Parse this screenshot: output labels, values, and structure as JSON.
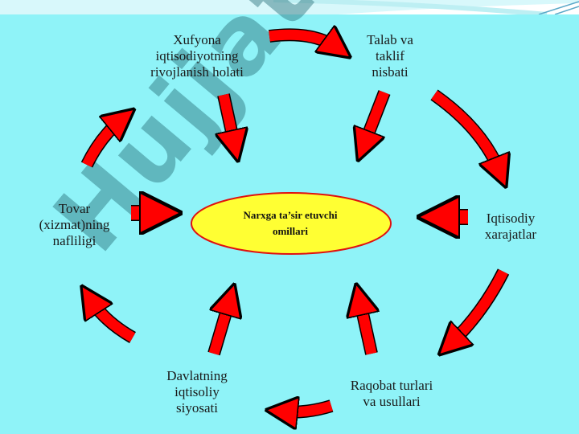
{
  "watermark": {
    "text": "Hujjat",
    "accent": "24"
  },
  "center": {
    "label": "Narxga ta’sir etuvchi\nomillari"
  },
  "nodes": {
    "top_left": "Xufyona\niqtisodiyotning\nrivojlanish holati",
    "top_right": "Talab va\ntaklif\nnisbati",
    "right": "Iqtisodiy\nxarajatlar",
    "bottom_right": "Raqobat turlari\nva usullari",
    "bottom_left": "Davlatning\niqtisoliy\nsiyosati",
    "left": "Tovar\n(xizmat)ning\nnafliligi"
  },
  "colors": {
    "background": "#8ff3f8",
    "arrow": "#ff0000",
    "ellipse": "#ffff33",
    "ellipse_border": "#e01010"
  }
}
